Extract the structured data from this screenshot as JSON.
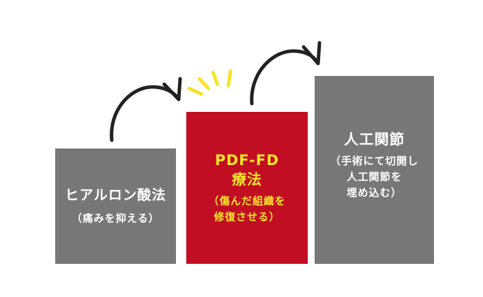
{
  "blocks": {
    "left": {
      "title": "ヒアルロン酸法",
      "subtitle": "（痛みを抑える）"
    },
    "center": {
      "title_line1": "PDF-FD",
      "title_line2": "療法",
      "subtitle_line1": "（傷んだ組織を",
      "subtitle_line2": "修復させる）"
    },
    "right": {
      "title": "人工関節",
      "subtitle_line1": "（手術にて切開し",
      "subtitle_line2": "人工関節を",
      "subtitle_line3": "埋め込む）"
    }
  },
  "colors": {
    "gray_block": "#777777",
    "red_block": "#c20e22",
    "yellow_text": "#f6e32a",
    "arrow": "#222222",
    "spark": "#f6e32a"
  },
  "icons": {
    "arrows": [
      "curved-arrow-icon",
      "curved-arrow-icon"
    ],
    "highlight": "spark-icon"
  }
}
